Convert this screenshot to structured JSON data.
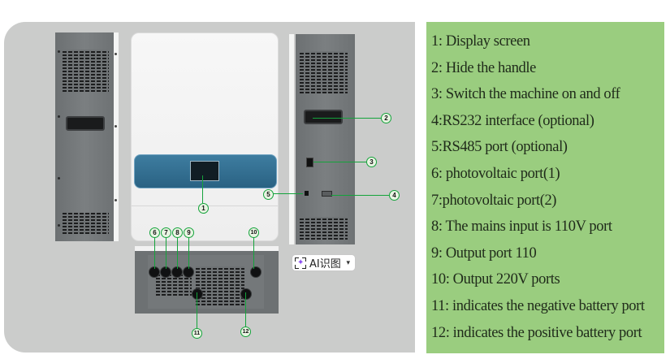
{
  "legend": {
    "items": [
      "1: Display screen",
      "2: Hide the handle",
      "3: Switch the machine on and off",
      "4:RS232 interface (optional)",
      "5:RS485 port (optional)",
      "6: photovoltaic port(1)",
      "7:photovoltaic port(2)",
      "8: The mains input is 110V port",
      "9: Output port 110",
      "10: Output 220V ports",
      "11: indicates the negative battery port",
      "12: indicates the positive battery port"
    ]
  },
  "callouts": [
    "1",
    "2",
    "3",
    "4",
    "5",
    "6",
    "7",
    "8",
    "9",
    "10",
    "11",
    "12"
  ],
  "ai_button": {
    "label": "AI识图",
    "icon": "ai-scan-icon",
    "chevron": "⌄"
  },
  "colors": {
    "legend_bg": "#9acd7f",
    "callout": "#14a33b",
    "product_band": "#2a6283"
  }
}
